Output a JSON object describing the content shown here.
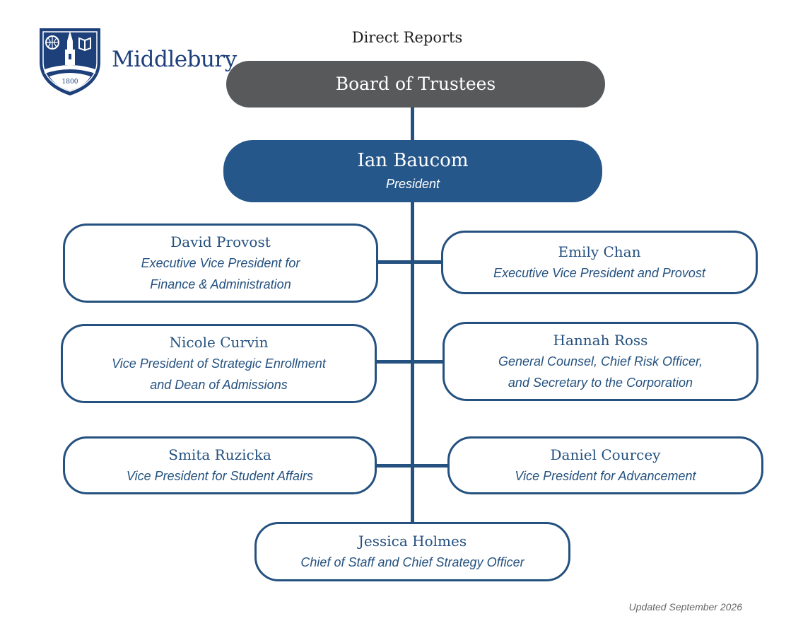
{
  "logo": {
    "wordmark": "Middlebury",
    "year": "1800"
  },
  "heading": "Direct Reports",
  "board": {
    "name": "Board of Trustees"
  },
  "president": {
    "name": "Ian Baucom",
    "title": "President"
  },
  "reports": [
    {
      "name": "David Provost",
      "title_lines": [
        "Executive Vice President for",
        "Finance & Administration"
      ]
    },
    {
      "name": "Emily Chan",
      "title_lines": [
        "Executive Vice President and Provost"
      ]
    },
    {
      "name": "Nicole Curvin",
      "title_lines": [
        "Vice President of Strategic Enrollment",
        "and Dean of Admissions"
      ]
    },
    {
      "name": "Hannah Ross",
      "title_lines": [
        "General Counsel, Chief Risk Officer,",
        "and Secretary to the Corporation"
      ]
    },
    {
      "name": "Smita Ruzicka",
      "title_lines": [
        "Vice President for Student Affairs"
      ]
    },
    {
      "name": "Daniel Courcey",
      "title_lines": [
        "Vice President for Advancement"
      ]
    },
    {
      "name": "Jessica Holmes",
      "title_lines": [
        "Chief of Staff and Chief Strategy Officer"
      ]
    }
  ],
  "footer": {
    "updated": "Updated September 2026"
  },
  "colors": {
    "navy": "#24517f",
    "president_fill": "#25578a",
    "board_fill": "#58595b",
    "logo_blue": "#1d3f7a"
  }
}
